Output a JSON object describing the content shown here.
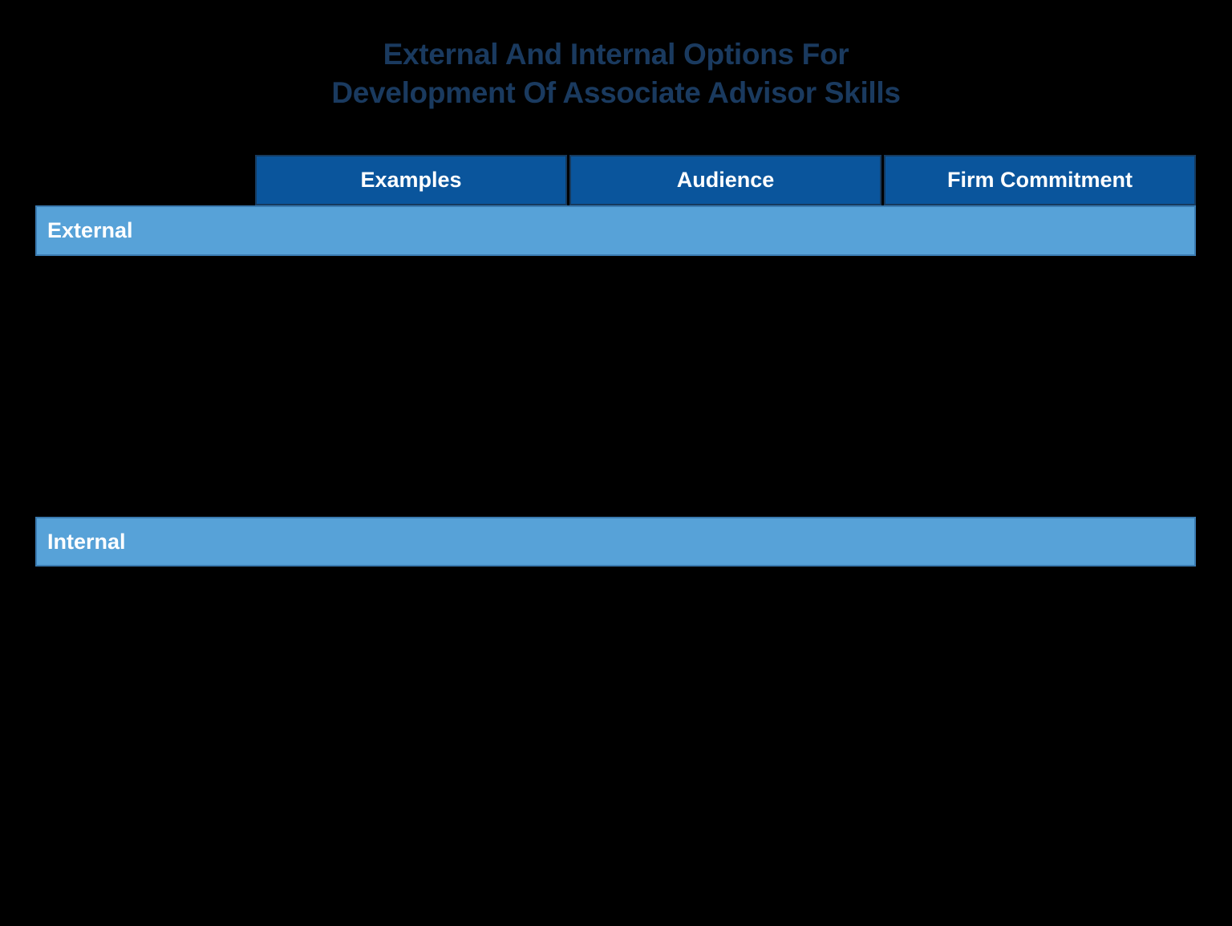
{
  "title": {
    "line1": "External And Internal Options For",
    "line2": "Development Of Associate Advisor Skills"
  },
  "table": {
    "column_headers": [
      "Examples",
      "Audience",
      "Firm Commitment"
    ],
    "sections": [
      {
        "label": "External"
      },
      {
        "label": "Internal"
      }
    ]
  },
  "chart_data": {
    "type": "table",
    "title": "External And Internal Options For Development Of Associate Advisor Skills",
    "columns": [
      "Examples",
      "Audience",
      "Firm Commitment"
    ],
    "row_groups": [
      "External",
      "Internal"
    ],
    "layout": "column header row at top; full-width section band per row group; section content cells are empty in the visible image"
  },
  "colors": {
    "background": "#000000",
    "title_text": "#1a3a5f",
    "header_bg": "#0a559c",
    "header_border": "#163a5e",
    "header_text": "#ffffff",
    "band_bg": "#57a2d8",
    "band_border": "#3a7ab0",
    "band_text": "#ffffff"
  }
}
